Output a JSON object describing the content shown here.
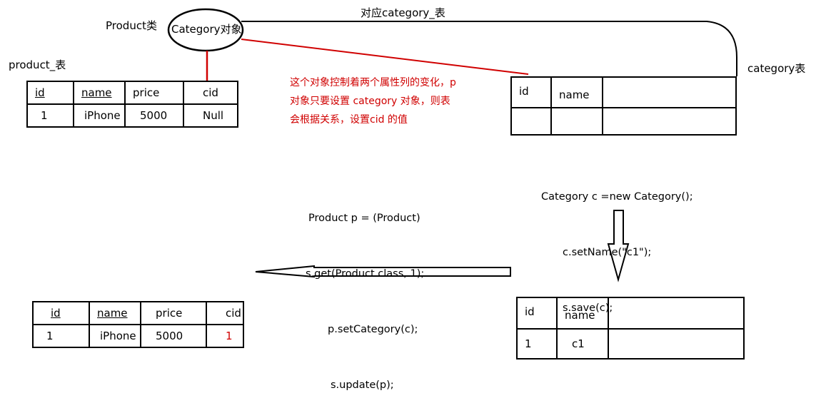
{
  "labels": {
    "product_class": "Product类",
    "category_object": "Category对象",
    "mapping": "对应category_表",
    "product_table": "product_表",
    "category_table": "category表"
  },
  "note_lines": [
    "这个对象控制着两个属性列的变化，p",
    "对象只要设置 category 对象，则表",
    "会根据关系，设置cid 的值"
  ],
  "code_product": [
    "Product p = (Product)",
    "s.get(Product.class, 1);",
    "p.setCategory(c);",
    "s.update(p);"
  ],
  "code_category": [
    "Category c =new Category();",
    "c.setName(\"c1\");",
    "s.save(c);"
  ],
  "product_table_before": {
    "headers": [
      "id",
      "name",
      "price",
      "cid"
    ],
    "row": [
      "1",
      "iPhone",
      "5000",
      "Null"
    ]
  },
  "product_table_after": {
    "headers": [
      "id",
      "name",
      "price",
      "cid"
    ],
    "row": [
      "1",
      "iPhone",
      "5000",
      "1"
    ]
  },
  "category_table_before": {
    "headers": [
      "id",
      "name",
      ""
    ],
    "row": [
      "",
      "",
      ""
    ]
  },
  "category_table_after": {
    "headers": [
      "id",
      "name",
      ""
    ],
    "row": [
      "1",
      "c1",
      ""
    ]
  },
  "colors": {
    "note": "#d00000",
    "connector": "#d00000",
    "line": "#000000"
  }
}
